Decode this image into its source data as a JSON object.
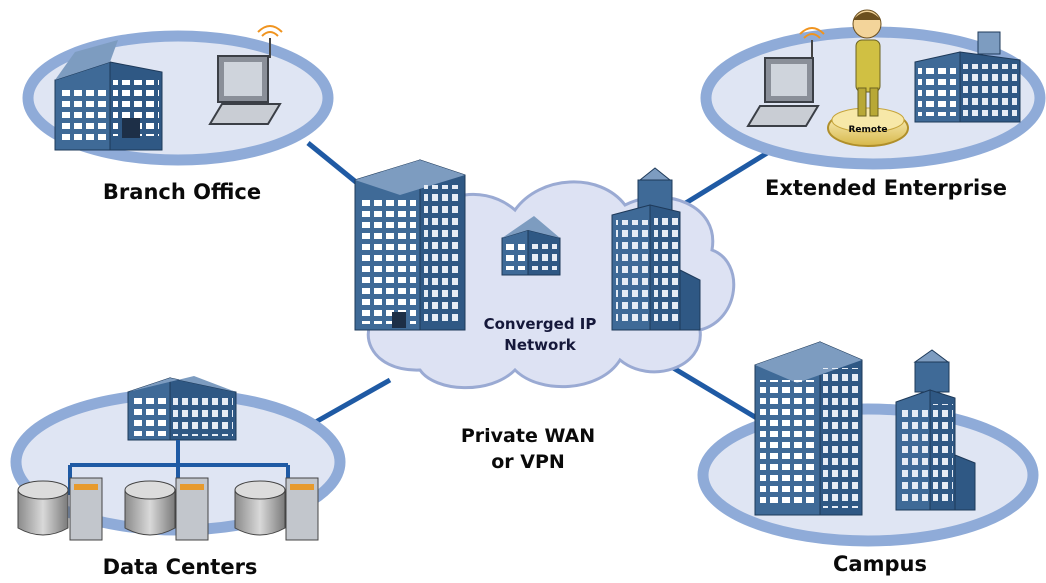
{
  "labels": {
    "branch_office": "Branch Office",
    "extended_enterprise": "Extended Enterprise",
    "data_centers": "Data Centers",
    "campus": "Campus",
    "cloud_line1": "Converged IP",
    "cloud_line2": "Network",
    "wan_line1": "Private WAN",
    "wan_line2": "or VPN",
    "remote": "Remote"
  },
  "colors": {
    "ring": "#8fabd8",
    "ring_fill": "#dfe5f3",
    "cloud": "#dde2f3",
    "cloud_stroke": "#9aaad3",
    "link": "#1f5aa4",
    "building_front": "#3f6a97",
    "building_side": "#2b4f78",
    "building_top": "#7d9cc0",
    "window": "#ffffff"
  },
  "icons": [
    "building-icon",
    "tower-icon",
    "laptop-icon",
    "wifi-icon",
    "person-icon",
    "server-icon",
    "disk-icon"
  ]
}
